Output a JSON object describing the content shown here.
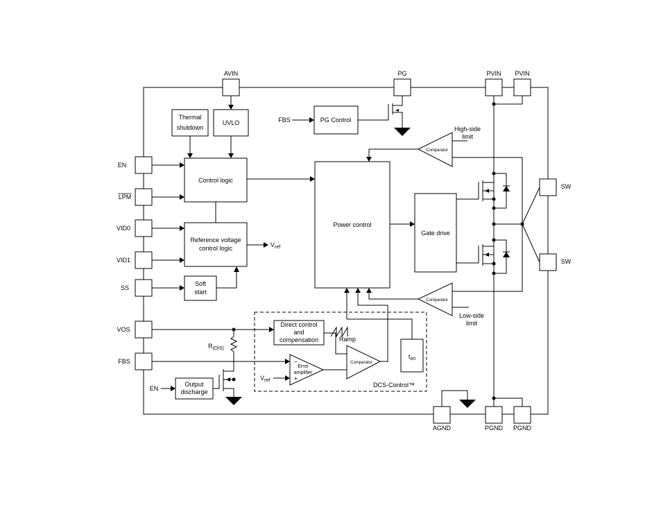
{
  "pins": {
    "avin": "AVIN",
    "pg": "PG",
    "pvin": "PVIN",
    "en": "EN",
    "lpm": "LPM",
    "vid0": "VID0",
    "vid1": "VID1",
    "ss": "SS",
    "vos": "VOS",
    "fbs": "FBS",
    "sw": "SW",
    "agnd": "AGND",
    "pgnd": "PGND"
  },
  "blocks": {
    "thermal_shutdown": [
      "Thermal",
      "shutdown"
    ],
    "uvlo": "UVLO",
    "pg_control": "PG Control",
    "pg_input": "FBS",
    "control_logic": "Control logic",
    "ref_voltage": [
      "Reference voltage",
      "control logic"
    ],
    "vref_out_main": "V",
    "vref_out_sub": "ref",
    "soft_start": [
      "Soft",
      "start"
    ],
    "power_control": "Power control",
    "gate_drive": "Gate drive",
    "comparator": "Comparator",
    "high_side_limit": [
      "High-side",
      "limit"
    ],
    "low_side_limit": [
      "Low-side",
      "limit"
    ],
    "direct_control": [
      "Direct control",
      "and",
      "compensation"
    ],
    "ramp": "Ramp",
    "error_amplifier": [
      "Error",
      "amplifier"
    ],
    "ton_main": "t",
    "ton_sub": "on",
    "dcs_control": "DCS-Control™",
    "rdis_main": "R",
    "rdis_sub": "(DIS)",
    "output_discharge": [
      "Output",
      "discharge"
    ],
    "discharge_en": "EN",
    "amp_vref_main": "V",
    "amp_vref_sub": "ref",
    "amp_minus": "–",
    "amp_plus": "+"
  }
}
